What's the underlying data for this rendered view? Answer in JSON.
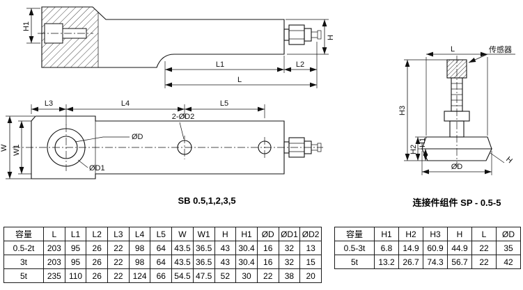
{
  "side_view": {
    "label_H1": "H1",
    "label_H": "H",
    "label_L1": "L1",
    "label_L2": "L2",
    "label_L": "L"
  },
  "top_view": {
    "label_L3": "L3",
    "label_L4": "L4",
    "label_L5": "L5",
    "label_W": "W",
    "label_W1": "W1",
    "label_D": "ØD",
    "label_D1": "ØD1",
    "label_D2": "2-ØD2"
  },
  "assembly": {
    "label_L": "L",
    "label_H3": "H3",
    "label_H2": "H2",
    "label_H1": "H1",
    "label_D": "ØD",
    "label_H": "H",
    "sensor": "传感器"
  },
  "captions": {
    "left": "SB 0.5,1,2,3,5",
    "right": "连接件组件 SP - 0.5-5"
  },
  "left_table": {
    "headers": [
      "容量",
      "L",
      "L1",
      "L2",
      "L3",
      "L4",
      "L5",
      "W",
      "W1",
      "H",
      "H1",
      "ØD",
      "ØD1",
      "ØD2"
    ],
    "rows": [
      [
        "0.5-2t",
        "203",
        "95",
        "26",
        "22",
        "98",
        "64",
        "43.5",
        "36.5",
        "43",
        "30.4",
        "16",
        "32",
        "13"
      ],
      [
        "3t",
        "203",
        "95",
        "26",
        "22",
        "98",
        "64",
        "43.5",
        "36.5",
        "43",
        "30.4",
        "16",
        "32",
        "15"
      ],
      [
        "5t",
        "235",
        "110",
        "26",
        "22",
        "124",
        "66",
        "54.5",
        "47.5",
        "52",
        "30",
        "22",
        "38",
        "20"
      ]
    ]
  },
  "right_table": {
    "headers": [
      "容量",
      "H1",
      "H2",
      "H3",
      "H",
      "L",
      "ØD"
    ],
    "rows": [
      [
        "0.5-3t",
        "6.8",
        "14.9",
        "60.9",
        "44.9",
        "22",
        "35"
      ],
      [
        "5t",
        "13.2",
        "26.7",
        "74.3",
        "56.7",
        "22",
        "42"
      ]
    ]
  }
}
